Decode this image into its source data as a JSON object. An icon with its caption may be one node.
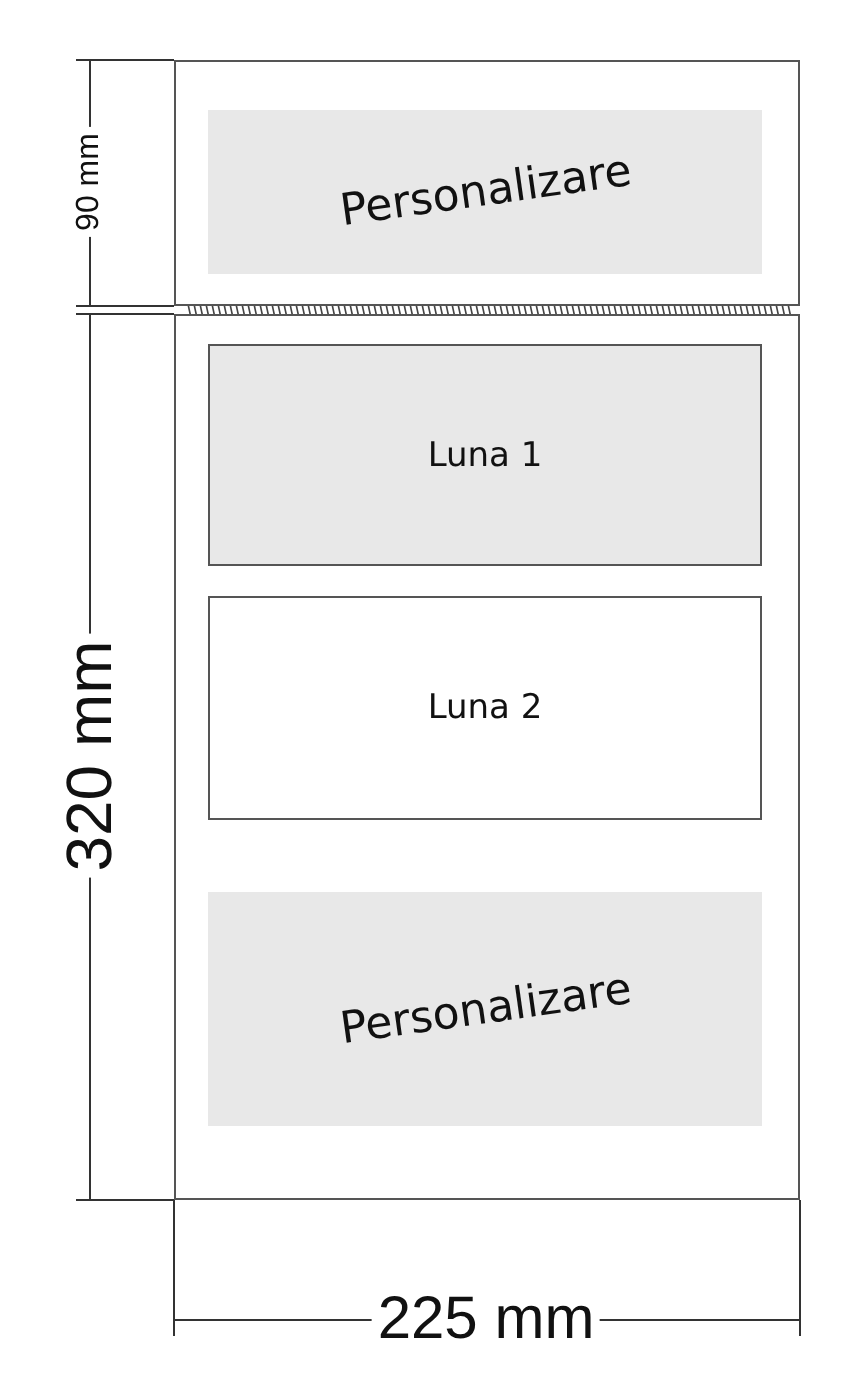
{
  "diagram": {
    "nodes": [
      {
        "text": [],
        "shape": "box"
      },
      {
        "text": [
          "Personalizare"
        ],
        "in": 0
      },
      {
        "text": [],
        "shape": "box"
      },
      {
        "text": [
          "Luna 1"
        ],
        "in": 2
      },
      {
        "text": [
          "Luna 2"
        ],
        "in": 2
      },
      {
        "text": [
          "Personalizare"
        ],
        "in": 2
      }
    ],
    "labels": [
      "90 mm",
      "320 mm",
      "225 mm"
    ]
  }
}
